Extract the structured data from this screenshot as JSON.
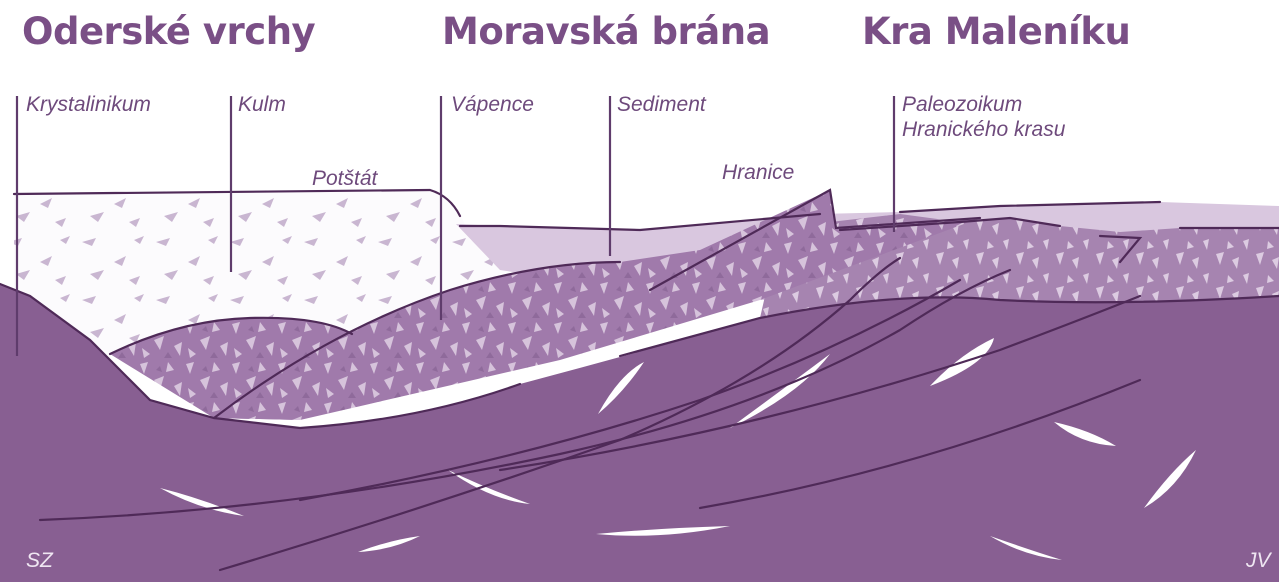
{
  "regions": [
    {
      "id": "oderske-vrchy",
      "name": "Oderské vrchy"
    },
    {
      "id": "moravska-brana",
      "name": "Moravská brána"
    },
    {
      "id": "kra-maleniku",
      "name": "Kra Maleníku"
    }
  ],
  "labels": {
    "krystalinikum": "Krystalinikum",
    "kulm": "Kulm",
    "potstat": "Potštát",
    "vapence": "Vápence",
    "sediment": "Sediment",
    "hranice": "Hranice",
    "paleozoikum_line1": "Paleozoikum",
    "paleozoikum_line2": "Hranického krasu",
    "sz": "SZ",
    "jv": "JV"
  },
  "colors": {
    "text": "#7a4f86",
    "bedrock": "#885f92",
    "limestone": "#a07aab",
    "limestone_texture": "#d6c3db",
    "sediment": "#d9c7df",
    "kulm_background": "#fcfbfd",
    "kulm_texture": "#c9b6d1",
    "outline": "#4f2a58",
    "lens": "#ffffff"
  }
}
